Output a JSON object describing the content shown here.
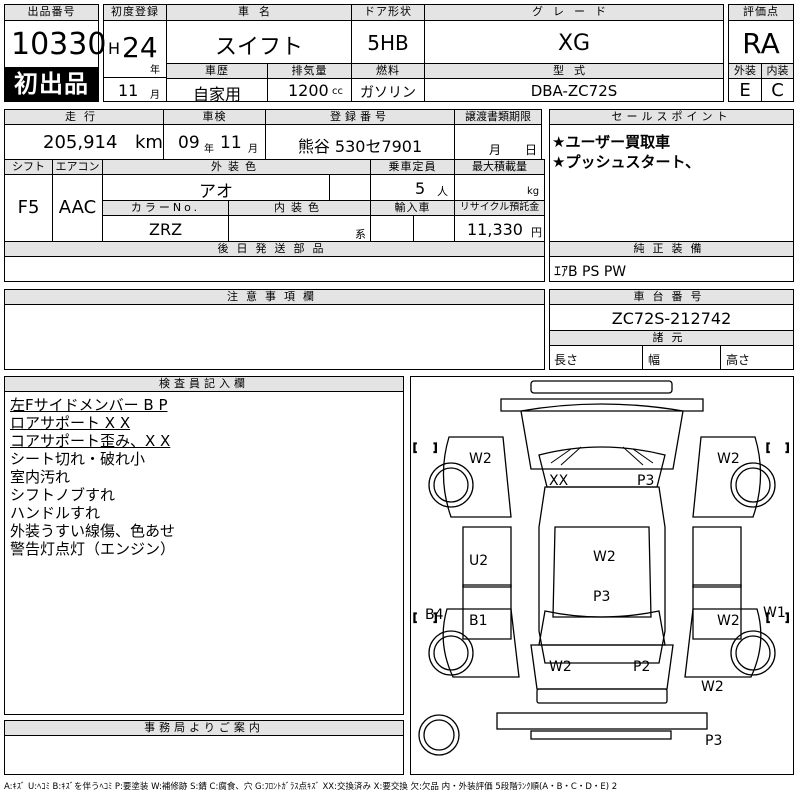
{
  "lot": {
    "label": "出品番号",
    "number": "10330",
    "badge": "初出品"
  },
  "first_reg": {
    "label": "初度登録",
    "era": "H",
    "year": "24",
    "year_unit": "年",
    "month": "11",
    "month_unit": "月"
  },
  "car_name": {
    "label": "車名",
    "value": "スイフト"
  },
  "door": {
    "label": "ドア形状",
    "value": "5HB"
  },
  "grade": {
    "label": "グレード",
    "value": "XG"
  },
  "score": {
    "label": "評価点",
    "value": "RA"
  },
  "history": {
    "label": "車歴",
    "value": "自家用"
  },
  "displacement": {
    "label": "排気量",
    "value": "1200",
    "unit": "cc"
  },
  "fuel": {
    "label": "燃料",
    "value": "ガソリン"
  },
  "model_code": {
    "label": "型式",
    "value": "DBA-ZC72S"
  },
  "exterior_grade": {
    "label": "外装",
    "value": "E"
  },
  "interior_grade": {
    "label": "内装",
    "value": "C"
  },
  "mileage": {
    "label": "走行",
    "value": "205,914",
    "unit": "km"
  },
  "inspection": {
    "label": "車検",
    "year": "09",
    "year_unit": "年",
    "month": "11",
    "month_unit": "月"
  },
  "plate": {
    "label": "登録番号",
    "value": "熊谷 530セ7901"
  },
  "transfer_doc": {
    "label": "譲渡書類期限",
    "month_unit": "月",
    "day_unit": "日"
  },
  "sales_points": {
    "label": "セールスポイント",
    "items": [
      "★ユーザー買取車",
      "★プッシュスタート、"
    ]
  },
  "shift": {
    "label": "シフト",
    "value": "F5"
  },
  "aircon": {
    "label": "エアコン",
    "value": "AAC"
  },
  "exterior_color": {
    "label": "外装色",
    "value": "アオ"
  },
  "capacity": {
    "label": "乗車定員",
    "value": "5",
    "unit": "人"
  },
  "max_load": {
    "label": "最大積載量",
    "unit": "kg"
  },
  "color_no": {
    "label": "カラーNo.",
    "value": "ZRZ"
  },
  "interior_color": {
    "label": "内装色",
    "unit": "系"
  },
  "import_car": {
    "label": "輸入車"
  },
  "recycle": {
    "label": "リサイクル預託金",
    "value": "11,330",
    "unit": "円"
  },
  "later_parts": {
    "label": "後日発送部品"
  },
  "genuine_equip": {
    "label": "純正装備",
    "value": "ｴｱB PS PW"
  },
  "notes": {
    "label": "注意事項欄"
  },
  "chassis": {
    "label": "車台番号",
    "value": "ZC72S-212742"
  },
  "dimensions": {
    "label": "諸元",
    "length": "長さ",
    "width": "幅",
    "height": "高さ"
  },
  "inspector": {
    "label": "検査員記入欄",
    "lines": [
      "左Fサイドメンバー B P",
      "ロアサポート X X",
      "コアサポート歪み、X X",
      "シート切れ・破れ小",
      "室内汚れ",
      "シフトノブすれ",
      "ハンドルすれ",
      "外装うすい線傷、色あせ",
      "警告灯点灯（エンジン）"
    ]
  },
  "office": {
    "label": "事務局よりご案内"
  },
  "diagram_marks": {
    "w2_fl": "W2",
    "w2_fr": "W2",
    "xx": "XX",
    "p3_top": "P3",
    "u2": "U2",
    "w2_mid": "W2",
    "p3_mid": "P3",
    "b4": "B4",
    "b1": "B1",
    "w2_rd": "W2",
    "w1": "W1",
    "w2_bl": "W2",
    "p2": "P2",
    "w2_br": "W2",
    "p3_bottom": "P3"
  },
  "legend": "A:ｷｽﾞ U:ﾍｺﾐ B:ｷｽﾞを伴うﾍｺﾐ P:要塗装 W:補修跡 S:錆 C:腐食、穴 G:ﾌﾛﾝﾄｶﾞﾗｽ点ｷｽﾞ XX:交換済み X:要交換 欠:欠品 内・外装評価 5段階ﾗﾝｸ順(A・B・C・D・E) 2"
}
